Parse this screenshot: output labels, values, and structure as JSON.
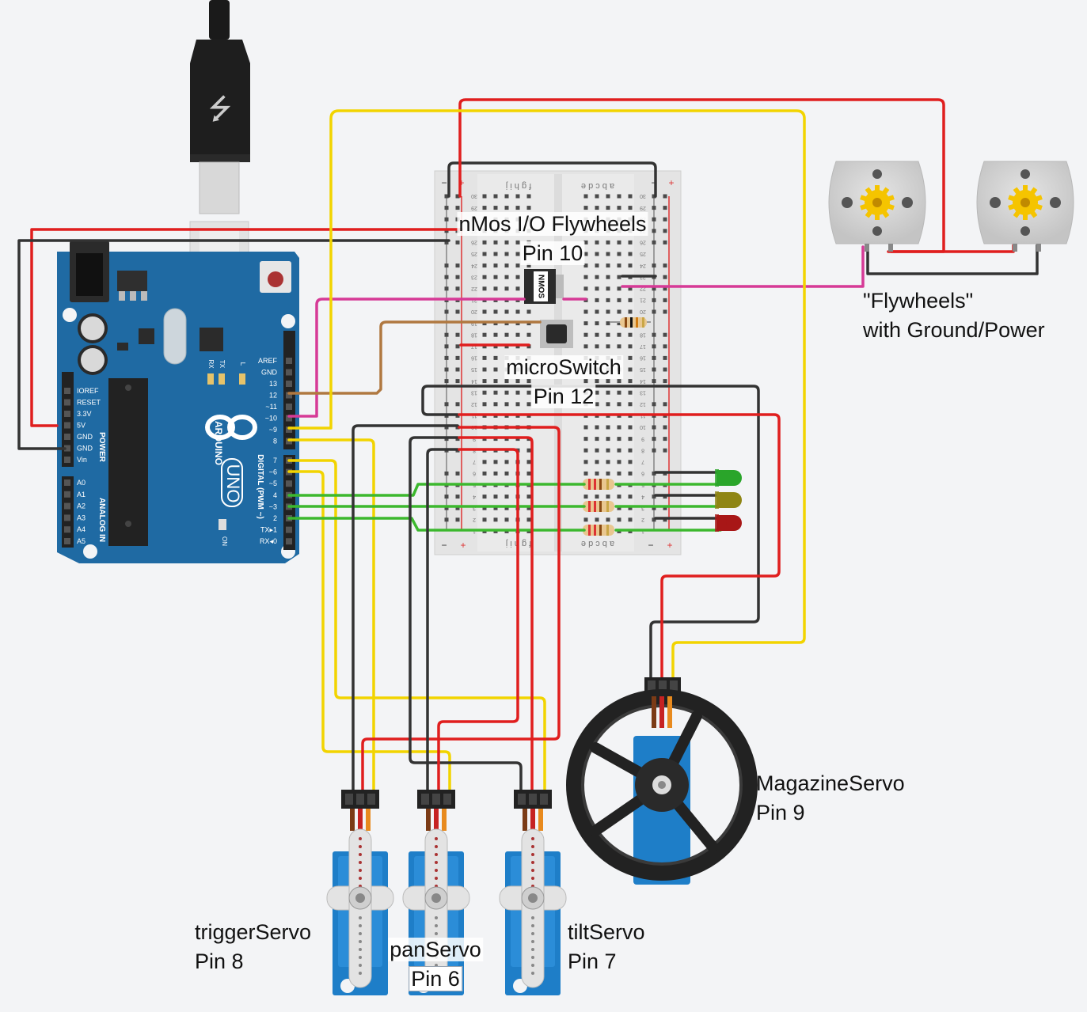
{
  "arduino": {
    "brand": "ARDUINO",
    "model": "UNO",
    "power_header_title": "POWER",
    "analog_header_title": "ANALOG IN",
    "digital_header_title": "DIGITAL (PWM ~)",
    "power_pins": [
      "IOREF",
      "RESET",
      "3.3V",
      "5V",
      "GND",
      "GND",
      "Vin"
    ],
    "analog_pins": [
      "A0",
      "A1",
      "A2",
      "A3",
      "A4",
      "A5"
    ],
    "digital_upper_pins": [
      "AREF",
      "GND",
      "13",
      "12",
      "~11",
      "~10",
      "~9",
      "8"
    ],
    "digital_lower_pins": [
      "7",
      "~6",
      "~5",
      "4",
      "~3",
      "2",
      "TX▸1",
      "RX◂0"
    ],
    "led_labels": [
      "RX",
      "TX",
      "L"
    ],
    "on_label": "ON",
    "board_color": "#1f6aa3"
  },
  "breadboard": {
    "col_letters_left": "f g h i j",
    "col_letters_right": "a b c d e",
    "rail_minus": "−",
    "rail_plus": "+",
    "row_numbers": [
      "30",
      "29",
      "28",
      "27",
      "26",
      "25",
      "24",
      "23",
      "22",
      "21",
      "20",
      "19",
      "18",
      "17",
      "16",
      "15",
      "14",
      "13",
      "12",
      "11",
      "10",
      "9",
      "8",
      "7",
      "6",
      "5",
      "4",
      "3",
      "2",
      "1"
    ],
    "mosfet_text": "NMOS"
  },
  "labels": {
    "flywheel_mosfet": {
      "line1": "nMos I/O Flywheels",
      "line2": "Pin 10"
    },
    "micro_switch": {
      "line1": "microSwitch",
      "line2": "Pin 12"
    },
    "flywheels": {
      "line1": "\"Flywheels\"",
      "line2": "with Ground/Power"
    },
    "magazine_servo": {
      "line1": "MagazineServo",
      "line2": "Pin 9"
    },
    "trigger_servo": {
      "line1": "triggerServo",
      "line2": "Pin 8"
    },
    "pan_servo": {
      "line1": "panServo",
      "line2": "Pin 6"
    },
    "tilt_servo": {
      "line1": "tiltServo",
      "line2": "Pin 7"
    }
  },
  "leds": [
    {
      "color": "#2aa52a"
    },
    {
      "color": "#8f8514"
    },
    {
      "color": "#a81717"
    }
  ],
  "wire_colors": {
    "red": "#e01e1e",
    "black": "#333333",
    "yellow": "#f2d400",
    "green": "#3cb82e",
    "magenta": "#d63a96",
    "brown": "#b07840"
  }
}
